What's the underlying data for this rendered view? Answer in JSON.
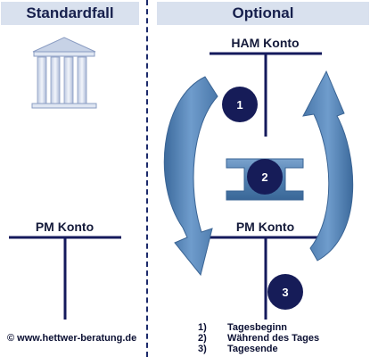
{
  "headers": {
    "left": "Standardfall",
    "right": "Optional"
  },
  "accounts": {
    "pm_left": "PM Konto",
    "ham": "HAM Konto",
    "pm_right": "PM Konto"
  },
  "steps": [
    {
      "number": "1",
      "label": "Tagesbeginn"
    },
    {
      "number": "2",
      "label": "Während des Tages"
    },
    {
      "number": "3",
      "label": "Tagesende"
    }
  ],
  "legend": [
    {
      "number": "1)",
      "label": "Tagesbeginn"
    },
    {
      "number": "2)",
      "label": "Während des Tages"
    },
    {
      "number": "3)",
      "label": "Tagesende"
    }
  ],
  "copyright": "© www.hettwer-beratung.de",
  "icons": [
    "bank-building-icon",
    "left-curved-arrow-icon",
    "right-curved-arrow-icon",
    "double-arrow-icon"
  ],
  "colors": {
    "header_bg": "#d9e1ee",
    "navy": "#141a5c",
    "arrow_blue": "#4f7fb0",
    "divider": "#1c2a6b"
  }
}
